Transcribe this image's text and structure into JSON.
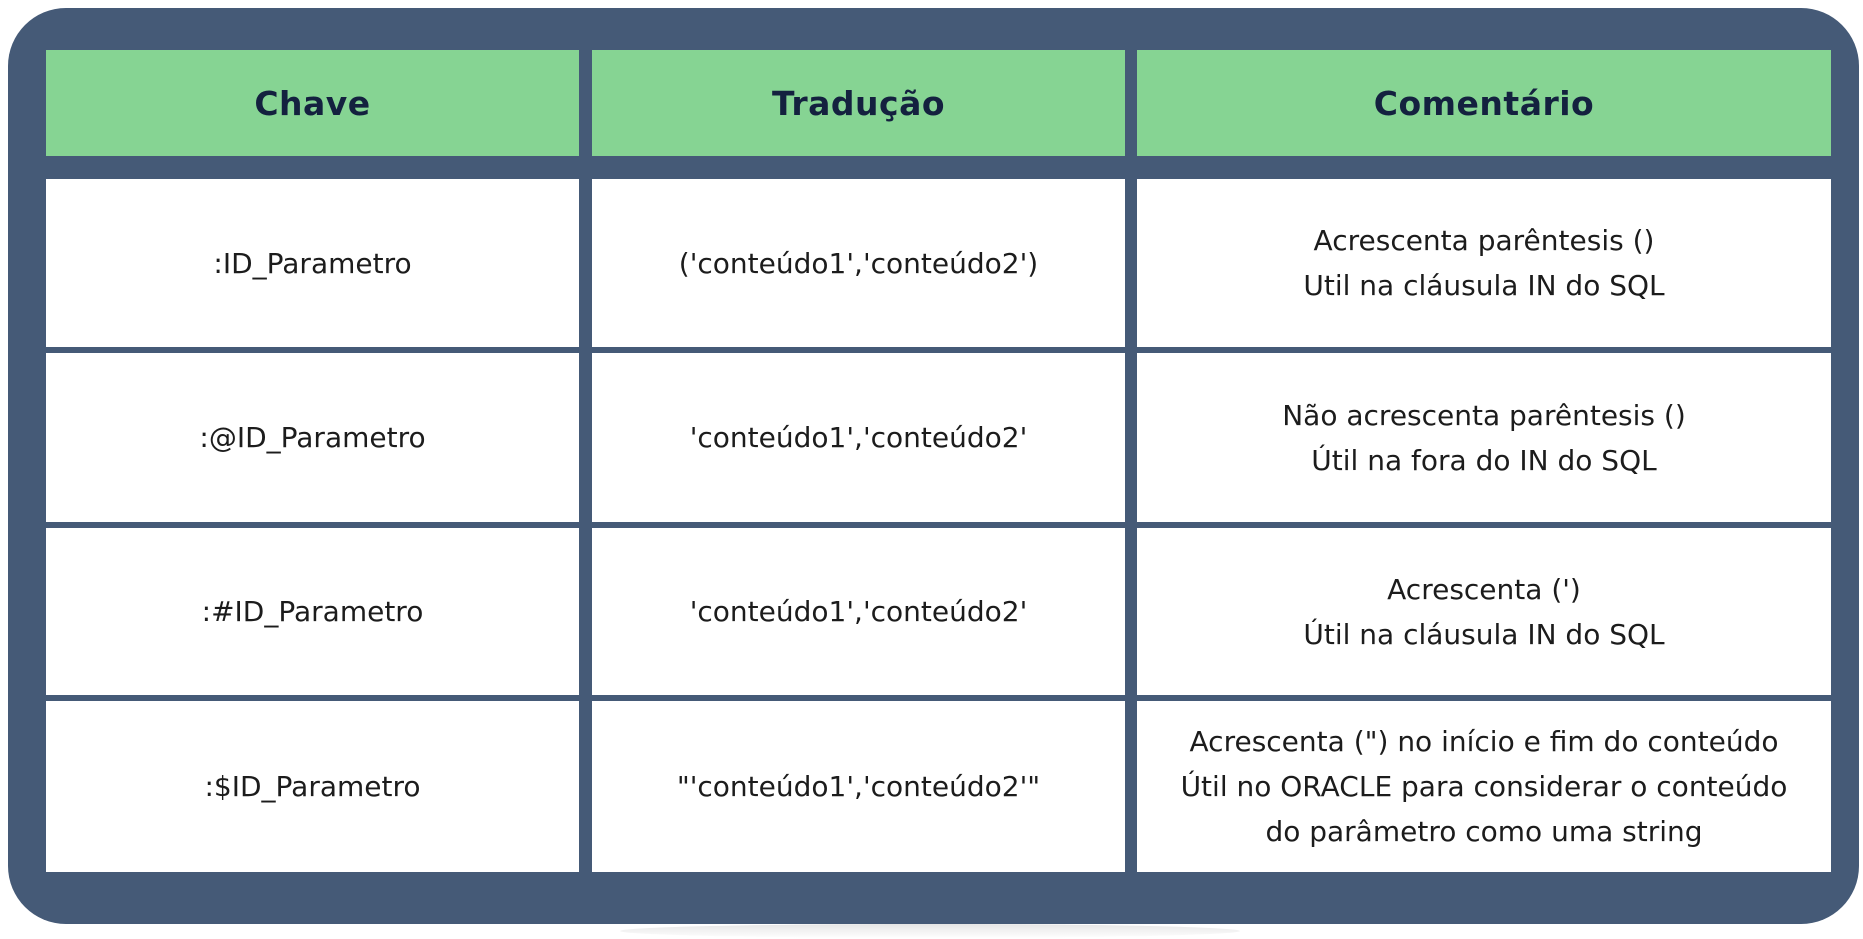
{
  "table": {
    "headers": [
      "Chave",
      "Tradução",
      "Comentário"
    ],
    "rows": [
      {
        "chave": ":ID_Parametro",
        "traducao": "('conteúdo1','conteúdo2')",
        "comentario": [
          "Acrescenta parêntesis ()",
          "Util na cláusula IN do SQL"
        ]
      },
      {
        "chave": ":@ID_Parametro",
        "traducao": "'conteúdo1','conteúdo2'",
        "comentario": [
          "Não acrescenta parêntesis ()",
          "Útil na fora do IN do SQL"
        ]
      },
      {
        "chave": ":#ID_Parametro",
        "traducao": "'conteúdo1','conteúdo2'",
        "comentario": [
          "Acrescenta (')",
          "Útil na cláusula IN do SQL"
        ]
      },
      {
        "chave": ":$ID_Parametro",
        "traducao": "\"'conteúdo1','conteúdo2'\"",
        "comentario": [
          "Acrescenta (\") no início e fim do conteúdo",
          "Útil no ORACLE para considerar o conteúdo",
          "do parâmetro como uma string"
        ]
      }
    ]
  },
  "colors": {
    "frame": "#455a77",
    "header_bg": "#86d493",
    "header_text": "#14213f",
    "cell_bg": "#ffffff"
  }
}
